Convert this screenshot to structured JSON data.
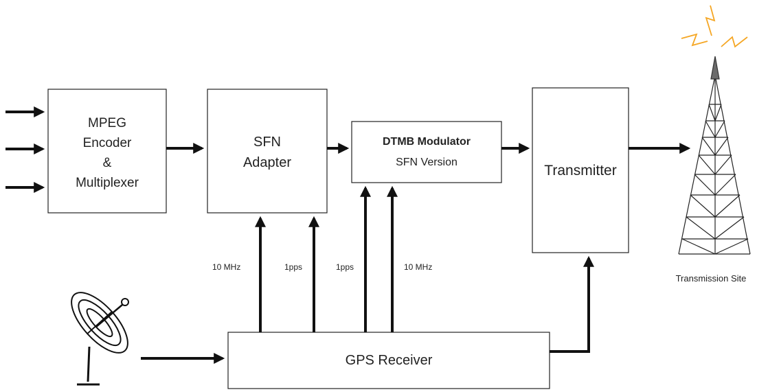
{
  "blocks": {
    "mpeg": {
      "lines": [
        "MPEG",
        "Encoder",
        "&",
        "Multiplexer"
      ]
    },
    "sfn_adapter": {
      "lines": [
        "SFN",
        "Adapter"
      ]
    },
    "dtmb": {
      "title": "DTMB Modulator",
      "subtitle": "SFN Version"
    },
    "transmitter": {
      "label": "Transmitter"
    },
    "gps": {
      "label": "GPS Receiver"
    }
  },
  "signals": {
    "sfn_10mhz": "10 MHz",
    "sfn_1pps": "1pps",
    "dtmb_1pps": "1pps",
    "dtmb_10mhz": "10 MHz"
  },
  "site_label": "Transmission Site",
  "colors": {
    "dtmb_title": "#8a8a8a",
    "signal_orange": "#f5a623",
    "tower_tip": "#6b6b6b"
  }
}
